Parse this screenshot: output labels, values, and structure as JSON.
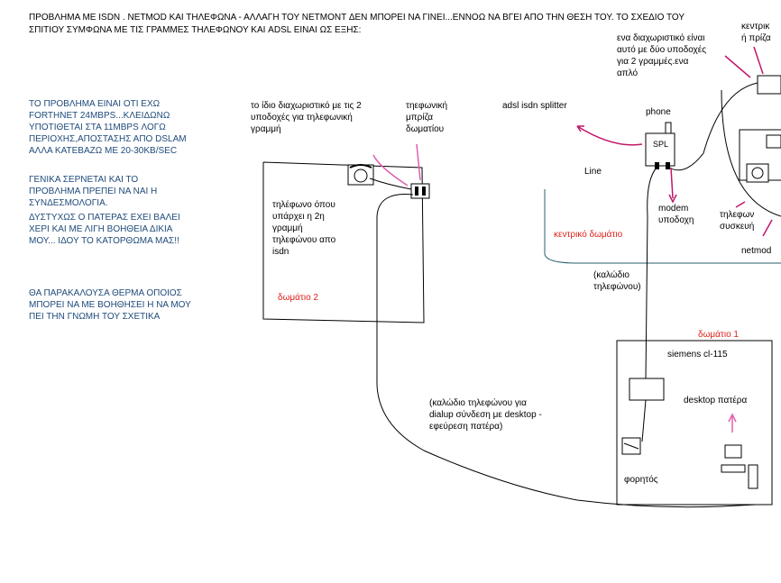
{
  "header": {
    "line1": "ΠΡΟΒΛΗΜΑ ΜΕ ISDN . NETMOD ΚΑΙ ΤΗΛΕΦΩΝΑ - ΑΛΛΑΓΗ ΤΟΥ NETMONT ΔΕΝ ΜΠΟΡΕΙ ΝΑ ΓΙΝΕΙ...ΕΝΝΟΩ ΝΑ ΒΓΕΙ ΑΠΟ ΤΗΝ ΘΕΣΗ ΤΟΥ. ΤΟ ΣΧΕΔΙΟ ΤΟΥ",
    "line2": "ΣΠΙΤΙΟΥ ΣΥΜΦΩΝΑ ΜΕ ΤΙΣ ΓΡΑΜΜΕΣ ΤΗΛΕΦΩΝΟΥ ΚΑΙ ADSL ΕΙΝΑΙ ΩΣ ΕΞΗΣ:"
  },
  "notes": {
    "problem": "ΤΟ ΠΡΟΒΛΗΜΑ ΕΙΝΑΙ ΟΤΙ ΕΧΩ\nFORTHNET 24MBPS...ΚΛΕΙΔΩΝΩ\nΥΠΟΤΙΘΕΤΑΙ ΣΤΑ 11MBPS ΛΟΓΩ\nΠΕΡΙΟΧΗΣ,ΑΠΟΣΤΑΣΗΣ ΑΠΟ DSLAM\nΑΛΛΑ ΚΑΤΕΒΑΖΩ ΜΕ 20-30KB/SEC",
    "general": "ΓΕΝΙΚΑ ΣΕΡΝΕΤΑΙ ΚΑΙ ΤΟ\nΠΡΟΒΛΗΜΑ ΠΡΕΠΕΙ ΝΑ ΝΑΙ Η\nΣΥΝΔΕΣΜΟΛΟΓΙΑ.",
    "father": "ΔΥΣΤΥΧΩΣ Ο ΠΑΤΕΡΑΣ ΕΧΕΙ ΒΑΛΕΙ\nΧΕΡΙ ΚΑΙ ΜΕ ΛΙΓΗ ΒΟΗΘΕΙΑ ΔΙΚΙΑ\nΜΟΥ... ΙΔΟΥ ΤΟ ΚΑΤΟΡΘΩΜΑ ΜΑΣ!!",
    "request": "ΘΑ ΠΑΡΑΚΑΛΟΥΣΑ ΘΕΡΜΑ ΟΠΟΙΟΣ\nΜΠΟΡΕΙ ΝΑ ΜΕ ΒΟΗΘΗΣΕΙ Η ΝΑ ΜΟΥ\nΠΕΙ ΤΗΝ ΓΝΩΜΗ ΤΟΥ ΣΧΕΤΙΚΑ"
  },
  "labels": {
    "same_splitter": "το ίδιο διαχωριστικό με τις 2\nυποδοχές για τηλεφωνική\nγραμμή",
    "room_socket": "τηεφωνική\nμπρίζα\nδωματίου",
    "adsl_splitter": "adsl isdn splitter",
    "splitter_note": "ενα διαχωριστικό είναι\nαυτό με δύο υποδοχές\nγια 2 γραμμές.ενα\nαπλό",
    "central_socket": "κεντρικ\nή πρίζα",
    "phone": "phone",
    "line": "Line",
    "splitter_chip": "SPL",
    "modem_socket": "modem\nυποδοχη",
    "phone_device": "τηλεφων\nσυσκευή",
    "netmod": "netmod",
    "central_room": "κεντρικό δωμάτιο",
    "phone_2nd_line": "τηλέφωνο όπου\nυπάρχει η 2η\nγραμμή\nτηλεφώνου απο\nisdn",
    "room2": "δωμάτιο 2",
    "phone_cable": "(καλώδιο\nτηλεφώνου)",
    "room1": "δωμάτιο 1",
    "siemens": "siemens cl-115",
    "desktop": "desktop πατέρα",
    "dialup_cable": "(καλώδιο τηλεφώνου για\ndialup σύνδεση με desktop -\nεφεύρεση πατέρα)",
    "laptop": "φορητός"
  },
  "colors": {
    "ink": "#000000",
    "note_text": "#1e4a7a",
    "room_label": "#e0201a",
    "arrow": "#c0186a",
    "arrow_light": "#e060b0",
    "wall_teal": "#2a5e6e"
  }
}
